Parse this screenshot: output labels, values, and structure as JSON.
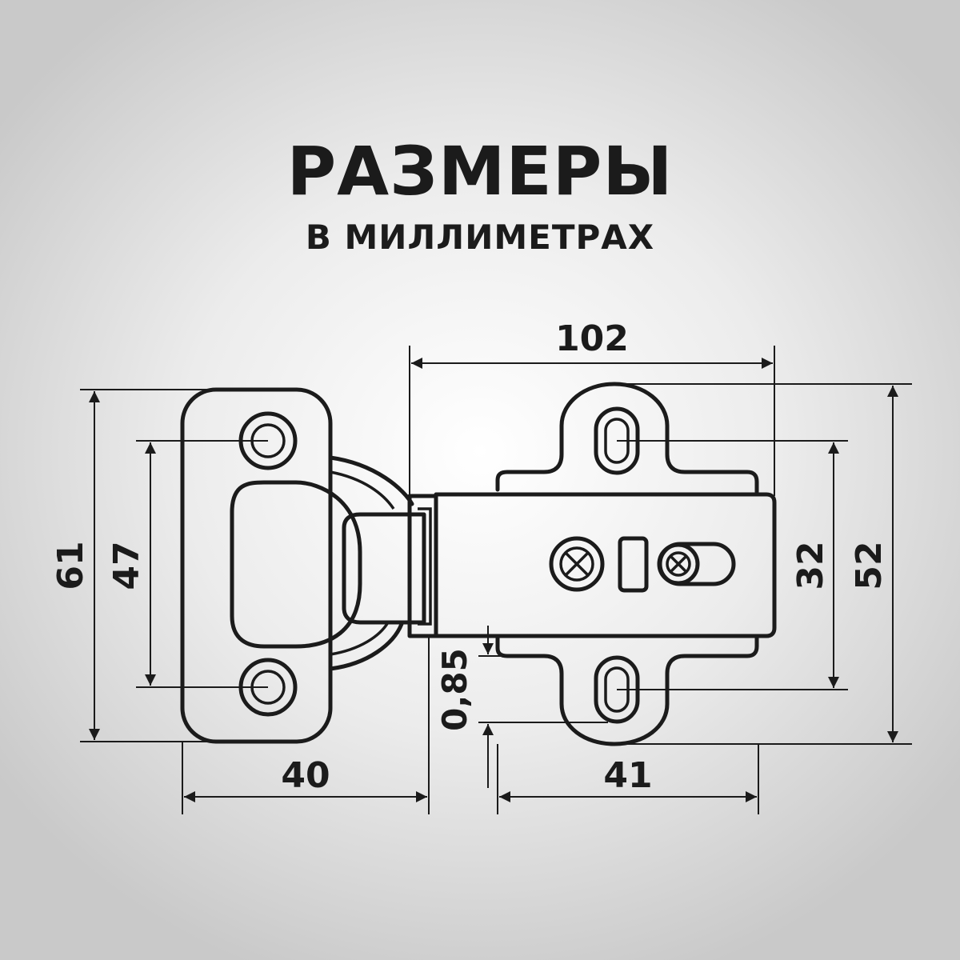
{
  "title": "РАЗМЕРЫ",
  "subtitle": "В МИЛЛИМЕТРАХ",
  "dimensions": {
    "overall_length": "102",
    "plate_height": "61",
    "plate_hole_spacing": "47",
    "plate_width": "40",
    "base_width": "41",
    "base_hole_spacing": "32",
    "base_height": "52",
    "offset": "0,85"
  },
  "colors": {
    "ink": "#1b1b1b",
    "background": "#e6e6e6"
  }
}
